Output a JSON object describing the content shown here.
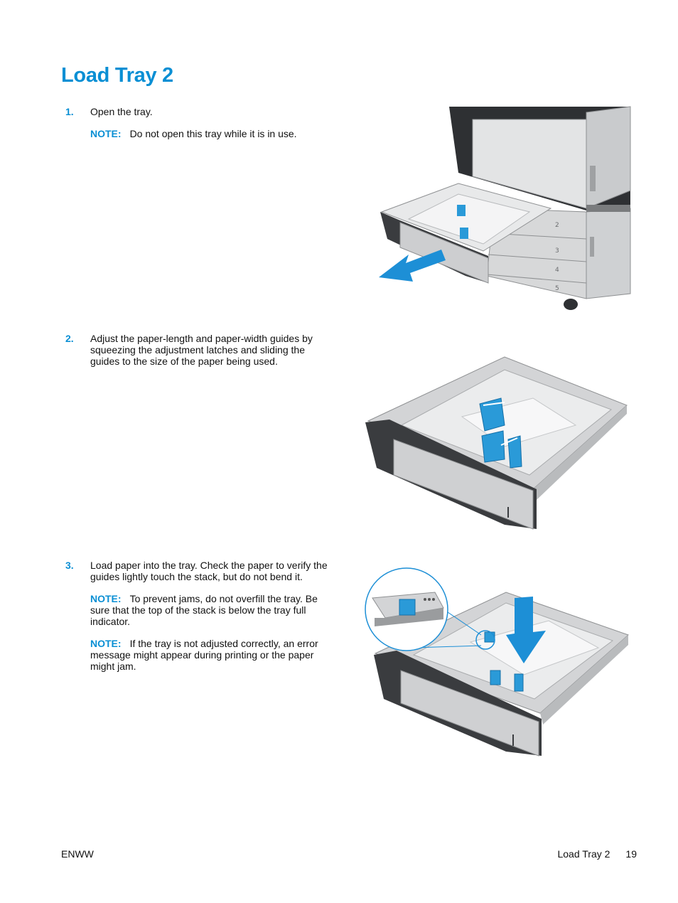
{
  "page": {
    "title": "Load Tray 2"
  },
  "steps": [
    {
      "number": "1.",
      "text": "Open the tray.",
      "notes": [
        {
          "label": "NOTE:",
          "text": "Do not open this tray while it is in use."
        }
      ]
    },
    {
      "number": "2.",
      "text": "Adjust the paper-length and paper-width guides by squeezing the adjustment latches and sliding the guides to the size of the paper being used.",
      "notes": []
    },
    {
      "number": "3.",
      "text": "Load paper into the tray. Check the paper to verify the guides lightly touch the stack, but do not bend it.",
      "notes": [
        {
          "label": "NOTE:",
          "text": "To prevent jams, do not overfill the tray. Be sure that the top of the stack is below the tray full indicator."
        },
        {
          "label": "NOTE:",
          "text": "If the tray is not adjusted correctly, an error message might appear during printing or the paper might jam."
        }
      ]
    }
  ],
  "figures": {
    "tray_numbers": [
      "2",
      "3",
      "4",
      "5"
    ]
  },
  "colors": {
    "accent": "#0a8fd4",
    "printer_body": "#d4d6d8",
    "printer_dark": "#2e3033"
  },
  "footer": {
    "left": "ENWW",
    "section": "Load Tray 2",
    "page_number": "19"
  }
}
